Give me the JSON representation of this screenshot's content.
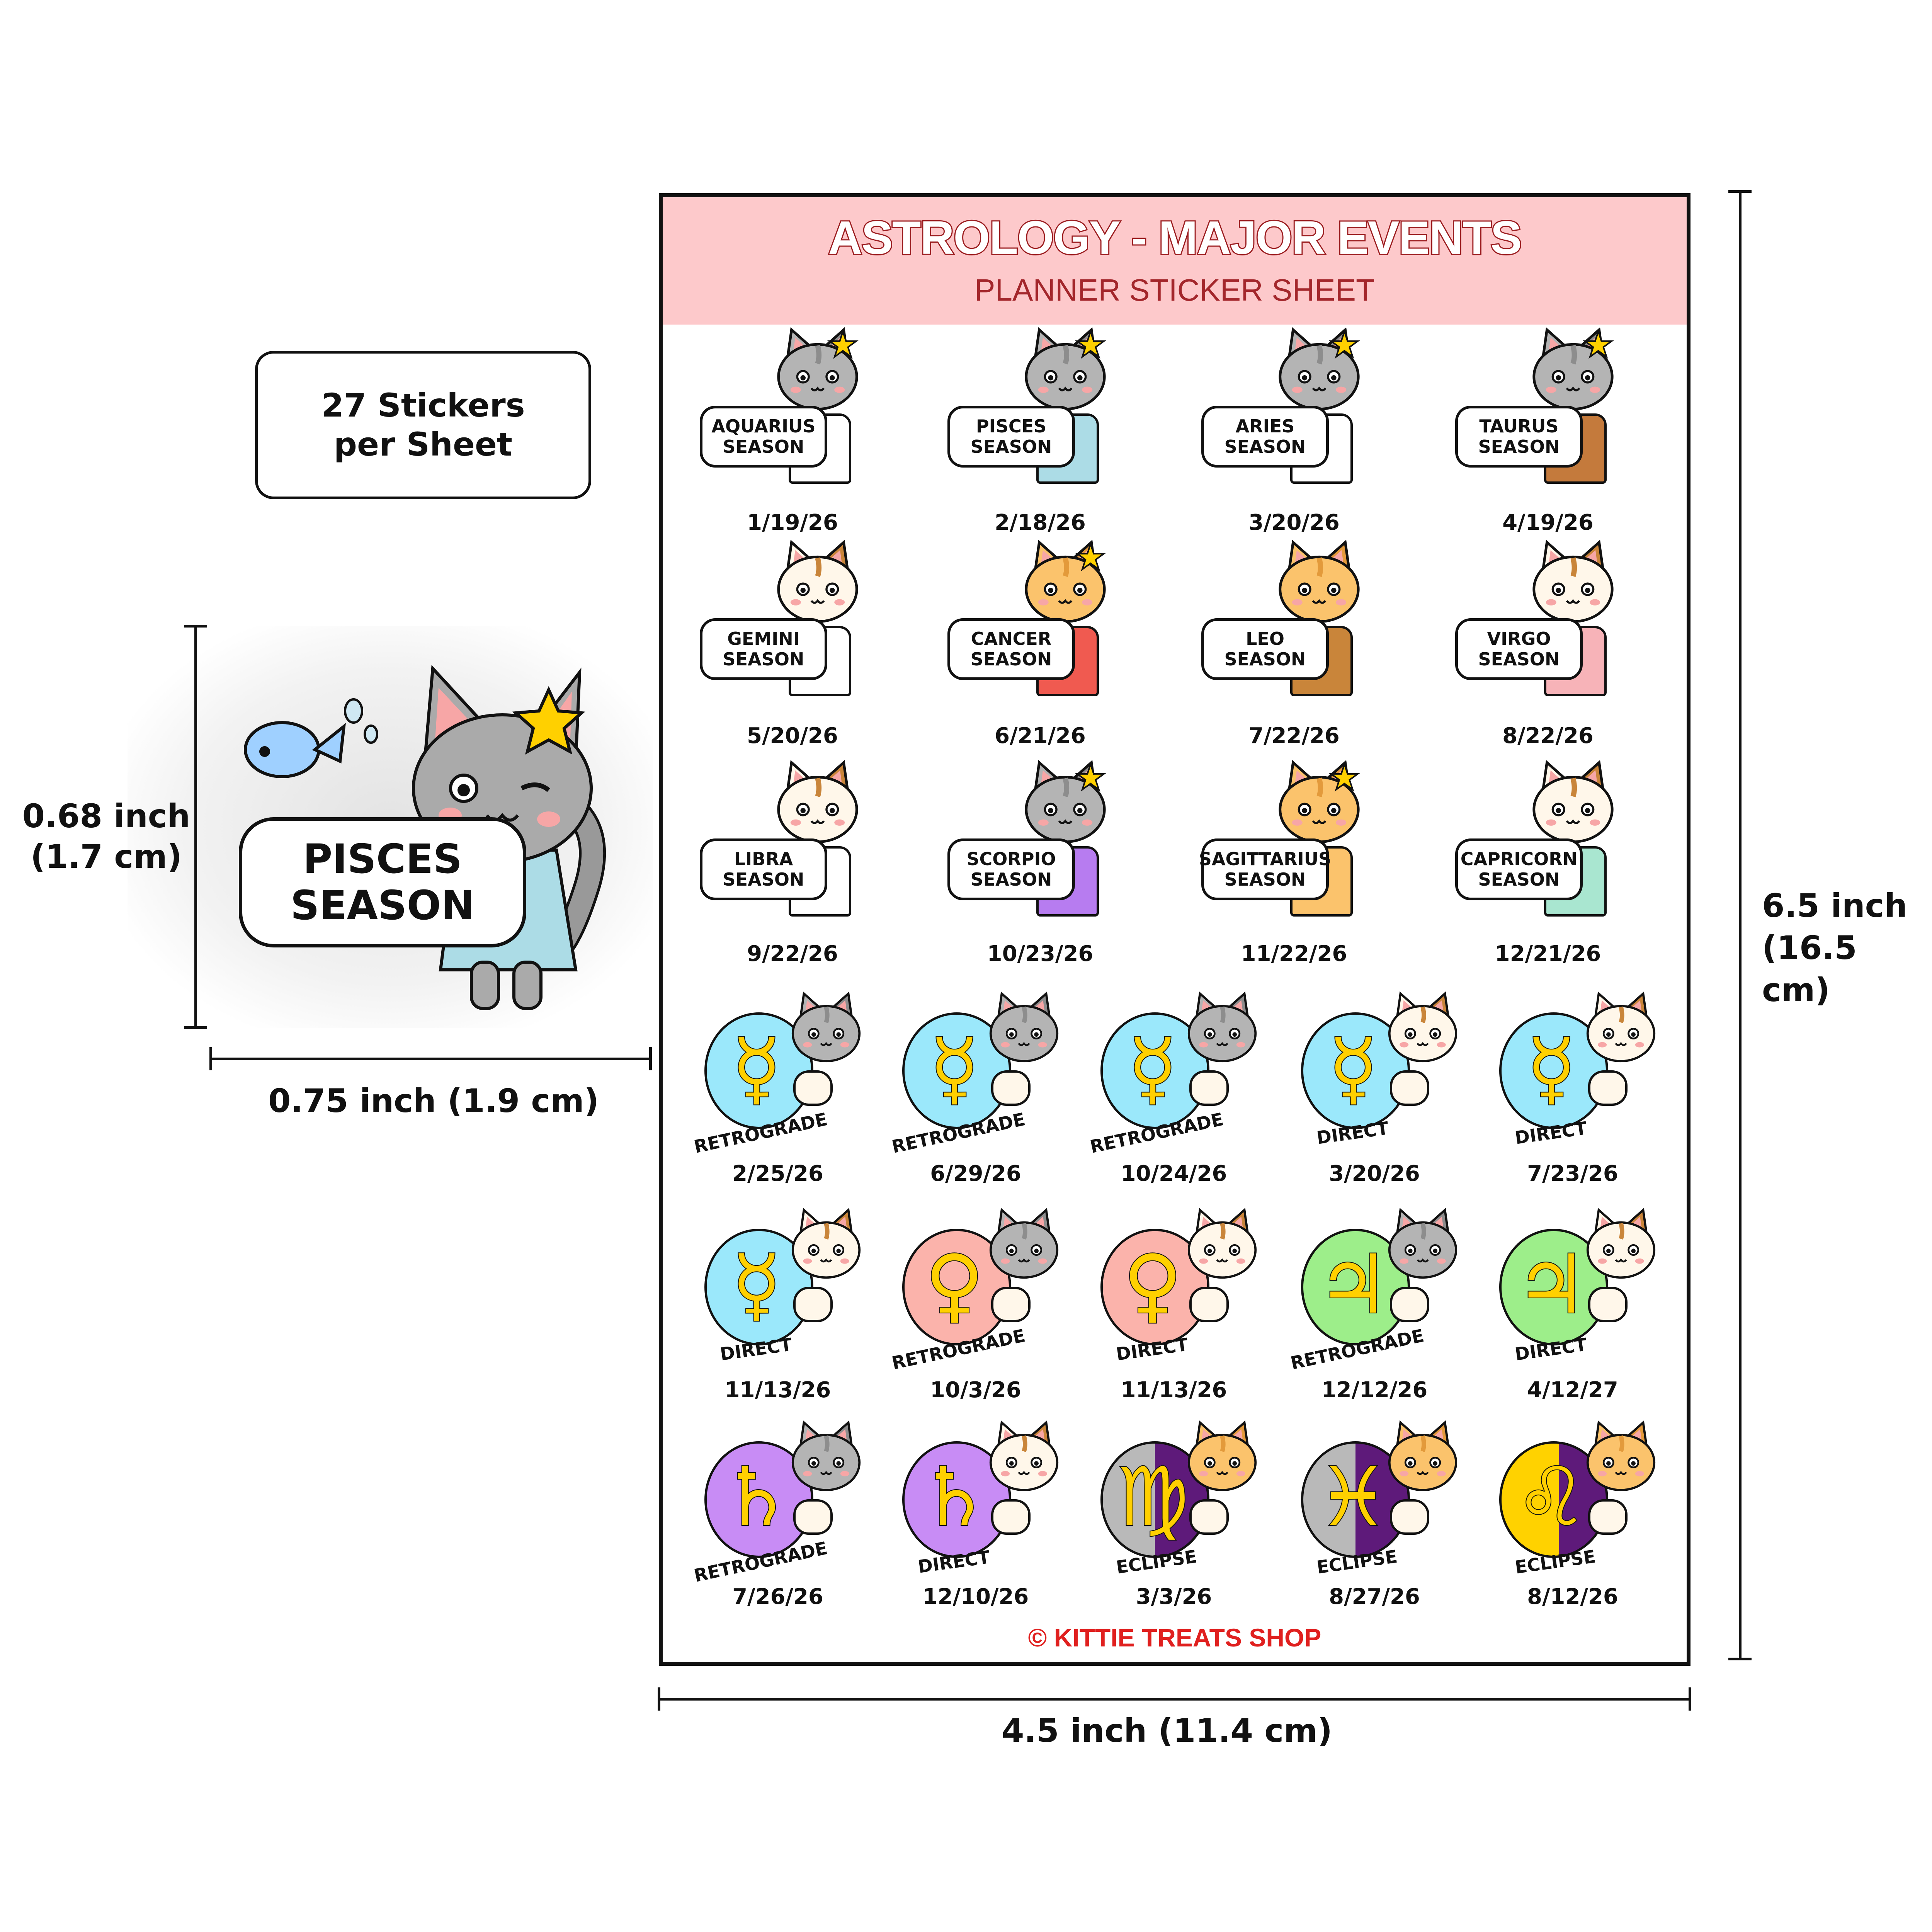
{
  "sheet": {
    "title": "ASTROLOGY - MAJOR EVENTS",
    "subtitle": "PLANNER STICKER SHEET",
    "copyright": "© KITTIE TREATS SHOP"
  },
  "info": {
    "count_label": "27 Stickers per Sheet"
  },
  "dimensions": {
    "sample_height": "0.68 inch (1.7 cm)",
    "sample_width": "0.75 inch (1.9 cm)",
    "sheet_height": "6.5 inch (16.5 cm)",
    "sheet_width": "4.5 inch (11.4 cm)"
  },
  "sample_sticker": {
    "label": "PISCES SEASON"
  },
  "colors": {
    "header_bg": "#fdc9cb",
    "title_stroke": "#9b1c1f",
    "copyright": "#e0201f"
  },
  "season_stickers": [
    {
      "label": "AQUARIUS SEASON",
      "date": "1/19/26",
      "cat": "grey",
      "outfit": "#ffffff"
    },
    {
      "label": "PISCES SEASON",
      "date": "2/18/26",
      "cat": "grey",
      "outfit": "#acdce6"
    },
    {
      "label": "ARIES SEASON",
      "date": "3/20/26",
      "cat": "grey",
      "outfit": "#ffffff"
    },
    {
      "label": "TAURUS SEASON",
      "date": "4/19/26",
      "cat": "grey",
      "outfit": "#c47a3c"
    },
    {
      "label": "GEMINI SEASON",
      "date": "5/20/26",
      "cat": "calico",
      "outfit": "#ffffff"
    },
    {
      "label": "CANCER SEASON",
      "date": "6/21/26",
      "cat": "orange",
      "outfit": "#f05a50"
    },
    {
      "label": "LEO SEASON",
      "date": "7/22/26",
      "cat": "orange",
      "outfit": "#c9853a"
    },
    {
      "label": "VIRGO SEASON",
      "date": "8/22/26",
      "cat": "calico",
      "outfit": "#f7b3b8"
    },
    {
      "label": "LIBRA SEASON",
      "date": "9/22/26",
      "cat": "calico",
      "outfit": "#ffffff"
    },
    {
      "label": "SCORPIO SEASON",
      "date": "10/23/26",
      "cat": "grey",
      "outfit": "#b77cf0"
    },
    {
      "label": "SAGITTARIUS SEASON",
      "date": "11/22/26",
      "cat": "orange",
      "outfit": "#fbc36c"
    },
    {
      "label": "CAPRICORN SEASON",
      "date": "12/21/26",
      "cat": "calico",
      "outfit": "#a9e6d0"
    }
  ],
  "planet_stickers": [
    {
      "planet": "mercury",
      "glyph": "☿",
      "status": "RETROGRADE",
      "date": "2/25/26",
      "color": "#9be8fb",
      "cat": "grey"
    },
    {
      "planet": "mercury",
      "glyph": "☿",
      "status": "RETROGRADE",
      "date": "6/29/26",
      "color": "#9be8fb",
      "cat": "grey"
    },
    {
      "planet": "mercury",
      "glyph": "☿",
      "status": "RETROGRADE",
      "date": "10/24/26",
      "color": "#9be8fb",
      "cat": "grey"
    },
    {
      "planet": "mercury",
      "glyph": "☿",
      "status": "DIRECT",
      "date": "3/20/26",
      "color": "#9be8fb",
      "cat": "calico"
    },
    {
      "planet": "mercury",
      "glyph": "☿",
      "status": "DIRECT",
      "date": "7/23/26",
      "color": "#9be8fb",
      "cat": "calico"
    },
    {
      "planet": "mercury",
      "glyph": "☿",
      "status": "DIRECT",
      "date": "11/13/26",
      "color": "#9be8fb",
      "cat": "calico"
    },
    {
      "planet": "venus",
      "glyph": "♀",
      "status": "RETROGRADE",
      "date": "10/3/26",
      "color": "#fbb3ab",
      "cat": "grey"
    },
    {
      "planet": "venus",
      "glyph": "♀",
      "status": "DIRECT",
      "date": "11/13/26",
      "color": "#fbb3ab",
      "cat": "calico"
    },
    {
      "planet": "jupiter",
      "glyph": "♃",
      "status": "RETROGRADE",
      "date": "12/12/26",
      "color": "#9dee8a",
      "cat": "grey"
    },
    {
      "planet": "jupiter",
      "glyph": "♃",
      "status": "DIRECT",
      "date": "4/12/27",
      "color": "#9dee8a",
      "cat": "calico"
    },
    {
      "planet": "saturn",
      "glyph": "♄",
      "status": "RETROGRADE",
      "date": "7/26/26",
      "color": "#c88cf5",
      "cat": "grey"
    },
    {
      "planet": "saturn",
      "glyph": "♄",
      "status": "DIRECT",
      "date": "12/10/26",
      "color": "#c88cf5",
      "cat": "calico"
    },
    {
      "planet": "virgo-eclipse",
      "glyph": "♍",
      "status": "ECLIPSE",
      "date": "3/3/26",
      "color": "#5e1a7a",
      "cat": "orange"
    },
    {
      "planet": "pisces-eclipse",
      "glyph": "♓",
      "status": "ECLIPSE",
      "date": "8/27/26",
      "color": "#5e1a7a",
      "cat": "orange"
    },
    {
      "planet": "leo-eclipse",
      "glyph": "♌",
      "status": "ECLIPSE",
      "date": "8/12/26",
      "color": "#ffd200",
      "cat": "orange"
    }
  ]
}
